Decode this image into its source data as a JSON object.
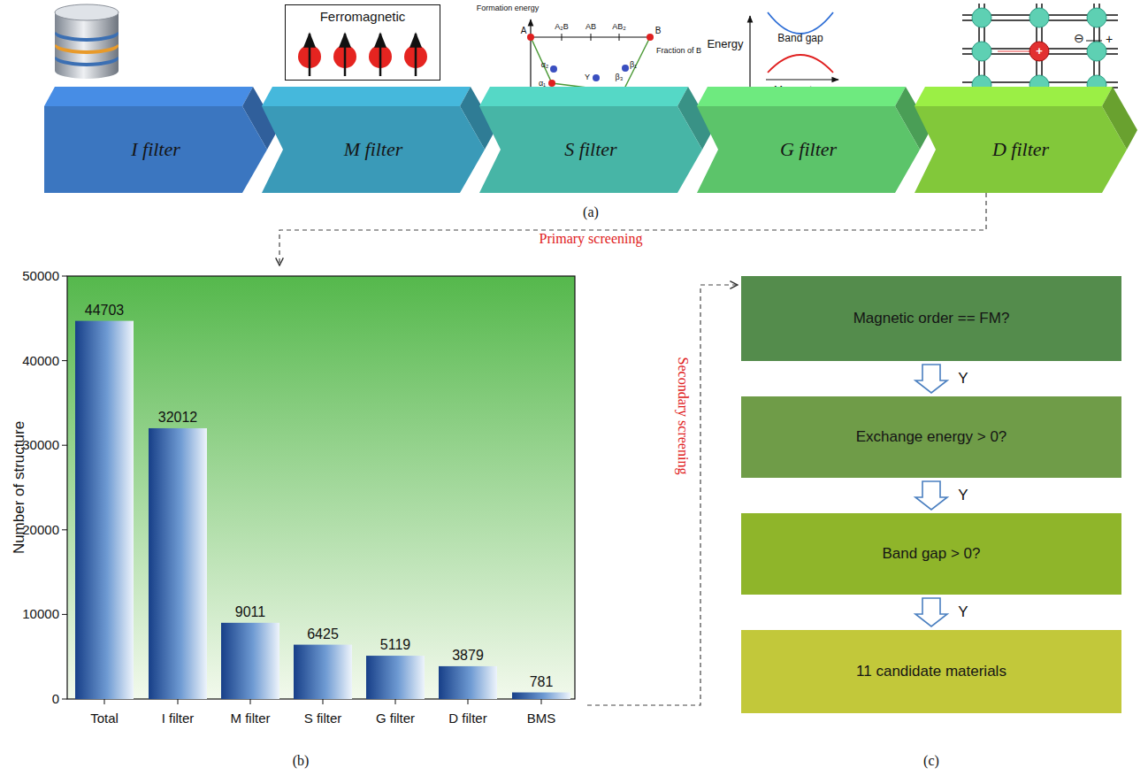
{
  "diagram": {
    "nodes": [
      {
        "text": [
          "Ferromagnetic"
        ]
      },
      {
        "text": [
          "I filter"
        ]
      },
      {
        "text": [
          "M filter"
        ]
      },
      {
        "text": [
          "S filter"
        ]
      },
      {
        "text": [
          "G filter"
        ]
      },
      {
        "text": [
          "D filter"
        ]
      },
      {
        "text": [
          "Magnetic order == FM?"
        ]
      },
      {
        "text": [
          "Exchange energy > 0?"
        ]
      },
      {
        "text": [
          "Band gap > 0?"
        ]
      },
      {
        "text": [
          "11 candidate materials"
        ]
      }
    ],
    "edges": [
      {
        "from": 6,
        "to": 7,
        "label": "Y",
        "arrow": "to"
      },
      {
        "from": 7,
        "to": 8,
        "label": "Y",
        "arrow": "to"
      },
      {
        "from": 8,
        "to": 9,
        "label": "Y",
        "arrow": "to"
      }
    ],
    "labels": [
      "Formation energy",
      "A",
      "A₂B",
      "AB",
      "AB₂",
      "B",
      "Fraction of B",
      "α₂",
      "α₁",
      "Y",
      "β₁",
      "β₃",
      "β₂",
      "Energy",
      "Band gap",
      "Momentum",
      "⊖",
      "+",
      "+",
      "(a)",
      "Primary screening",
      "Secondary screening",
      "Number of structure",
      "0",
      "10000",
      "20000",
      "30000",
      "40000",
      "50000",
      "44703",
      "32012",
      "9011",
      "6425",
      "5119",
      "3879",
      "781",
      "Total",
      "I filter",
      "M filter",
      "S filter",
      "G filter",
      "D filter",
      "BMS",
      "(b)",
      "(c)"
    ]
  }
}
